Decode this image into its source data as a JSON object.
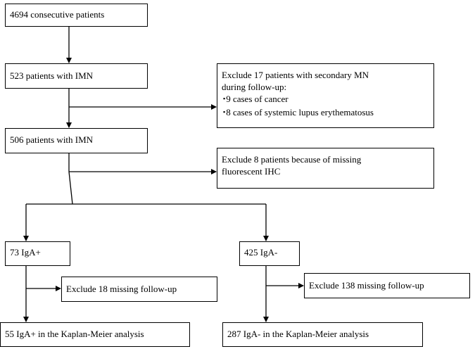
{
  "boxes": {
    "consecutive": "4694 consecutive patients",
    "imn_523": "523 patients with IMN",
    "exclude_secondary": {
      "line1": "Exclude 17 patients with secondary MN",
      "line2": "during follow-up:",
      "bullets": [
        "9 cases of cancer",
        "8 cases of systemic lupus erythematosus"
      ]
    },
    "imn_506": "506 patients with IMN",
    "exclude_ihc": {
      "line1": "Exclude 8 patients because of missing",
      "line2": "fluorescent IHC"
    },
    "iga_pos": "73 IgA+",
    "iga_neg": "425 IgA-",
    "exclude_pos": "Exclude 18 missing follow-up",
    "exclude_neg": "Exclude 138 missing follow-up",
    "km_pos": "55 IgA+ in the Kaplan-Meier analysis",
    "km_neg": "287 IgA- in the Kaplan-Meier analysis"
  }
}
